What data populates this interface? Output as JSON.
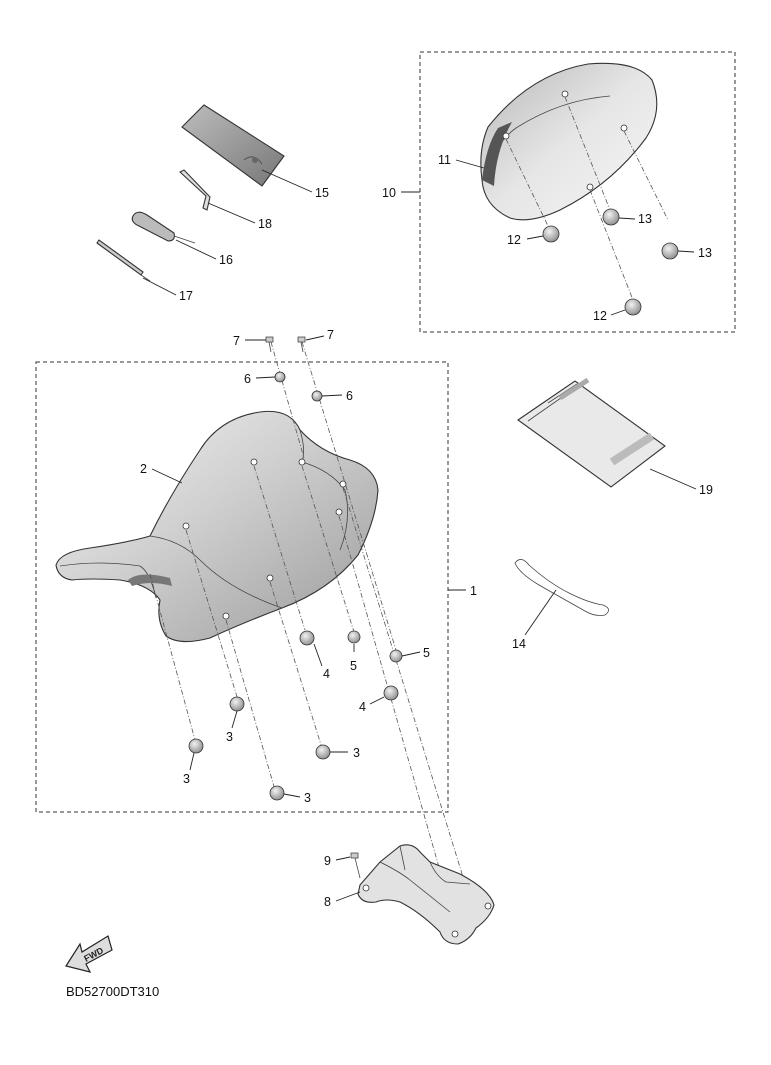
{
  "diagram": {
    "drawing_code": "BD52700DT310",
    "front_arrow_label": "FWD",
    "callouts": {
      "c1": "1",
      "c2": "2",
      "c3a": "3",
      "c3b": "3",
      "c3c": "3",
      "c3d": "3",
      "c4a": "4",
      "c4b": "4",
      "c5a": "5",
      "c5b": "5",
      "c6a": "6",
      "c6b": "6",
      "c7a": "7",
      "c7b": "7",
      "c8": "8",
      "c9": "9",
      "c10": "10",
      "c11": "11",
      "c12a": "12",
      "c12b": "12",
      "c13a": "13",
      "c13b": "13",
      "c14": "14",
      "c15": "15",
      "c16": "16",
      "c17": "17",
      "c18": "18",
      "c19": "19"
    }
  },
  "colors": {
    "line": "#333333",
    "part_fill": "#d9d9d9",
    "background": "#ffffff"
  }
}
